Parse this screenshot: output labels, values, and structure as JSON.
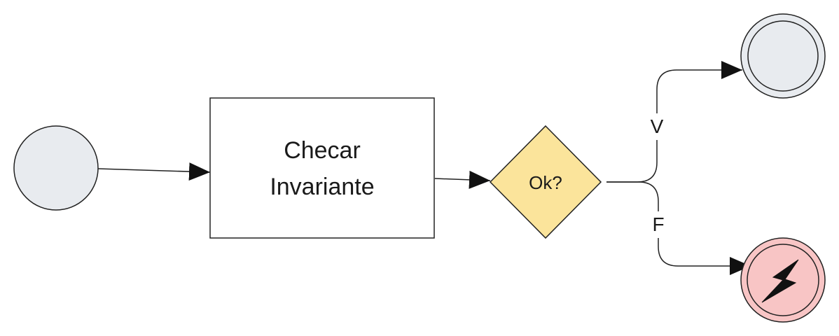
{
  "diagram": {
    "nodes": {
      "start_event": {
        "type": "start-event"
      },
      "task": {
        "label_line1": "Checar",
        "label_line2": "Invariante"
      },
      "gateway": {
        "label": "Ok?"
      },
      "end_event": {
        "type": "end-event"
      },
      "error_end_event": {
        "type": "error-end-event",
        "icon": "lightning-bolt-icon"
      }
    },
    "edges": {
      "true_label": "V",
      "false_label": "F"
    },
    "colors": {
      "event_fill": "#e8ebef",
      "gateway_fill": "#fbe49b",
      "error_fill": "#f8c5c5",
      "stroke": "#222222"
    }
  }
}
